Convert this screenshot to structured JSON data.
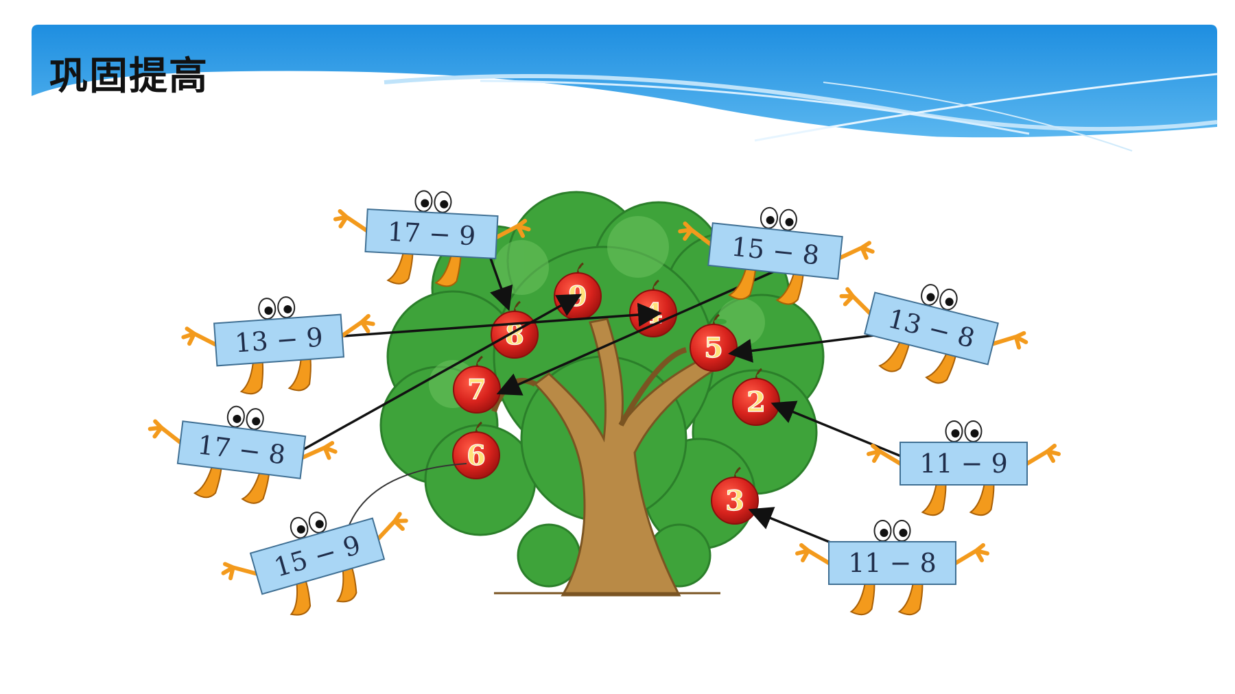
{
  "slide": {
    "title": "巩固提高",
    "theme_colors": {
      "banner_blue": "#1b8fe0",
      "card_blue": "#a9d6f5",
      "apple_red": "#d8231d",
      "leaf_green": "#3ea33a",
      "trunk_brown": "#b98a46",
      "limb_orange": "#f39a1c"
    }
  },
  "apples": [
    {
      "id": "a9",
      "number": "9"
    },
    {
      "id": "a4",
      "number": "4"
    },
    {
      "id": "a8",
      "number": "8"
    },
    {
      "id": "a5",
      "number": "5"
    },
    {
      "id": "a7",
      "number": "7"
    },
    {
      "id": "a2",
      "number": "2"
    },
    {
      "id": "a6",
      "number": "6"
    },
    {
      "id": "a3",
      "number": "3"
    }
  ],
  "cards": [
    {
      "id": "c17-9",
      "expression": "17 − 9"
    },
    {
      "id": "c15-8",
      "expression": "15 − 8"
    },
    {
      "id": "c13-9",
      "expression": "13 − 9"
    },
    {
      "id": "c13-8",
      "expression": "13 − 8"
    },
    {
      "id": "c17-8",
      "expression": "17 − 8"
    },
    {
      "id": "c11-9",
      "expression": "11 − 9"
    },
    {
      "id": "c15-9",
      "expression": "15 − 9"
    },
    {
      "id": "c11-8",
      "expression": "11 − 8"
    }
  ],
  "matches": [
    {
      "from": "17 − 9",
      "to": "8"
    },
    {
      "from": "15 − 8",
      "to": "7"
    },
    {
      "from": "13 − 9",
      "to": "4"
    },
    {
      "from": "13 − 8",
      "to": "5"
    },
    {
      "from": "17 − 8",
      "to": "9"
    },
    {
      "from": "11 − 9",
      "to": "2"
    },
    {
      "from": "15 − 9",
      "to": "6"
    },
    {
      "from": "11 − 8",
      "to": "3"
    }
  ]
}
